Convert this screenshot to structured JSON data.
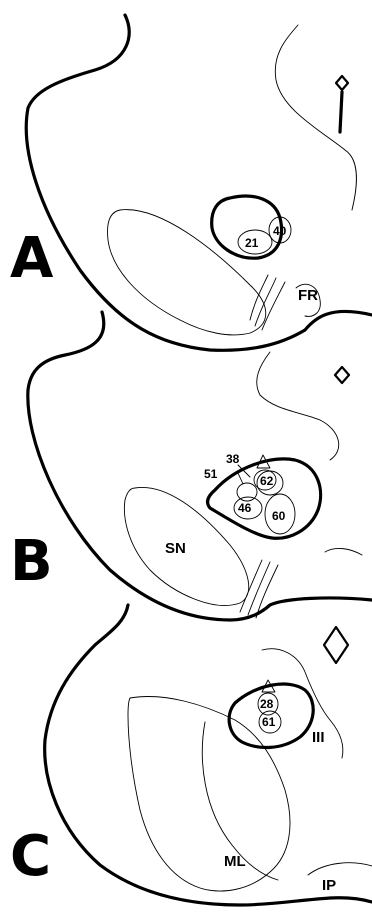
{
  "panels": [
    {
      "letter": "A",
      "labels": [
        "FR"
      ],
      "sites": [
        "21",
        "40"
      ]
    },
    {
      "letter": "B",
      "labels": [
        "SN"
      ],
      "sites": [
        "38",
        "51",
        "62",
        "46",
        "60"
      ]
    },
    {
      "letter": "C",
      "labels": [
        "III",
        "ML",
        "IP"
      ],
      "sites": [
        "28",
        "61"
      ]
    }
  ]
}
